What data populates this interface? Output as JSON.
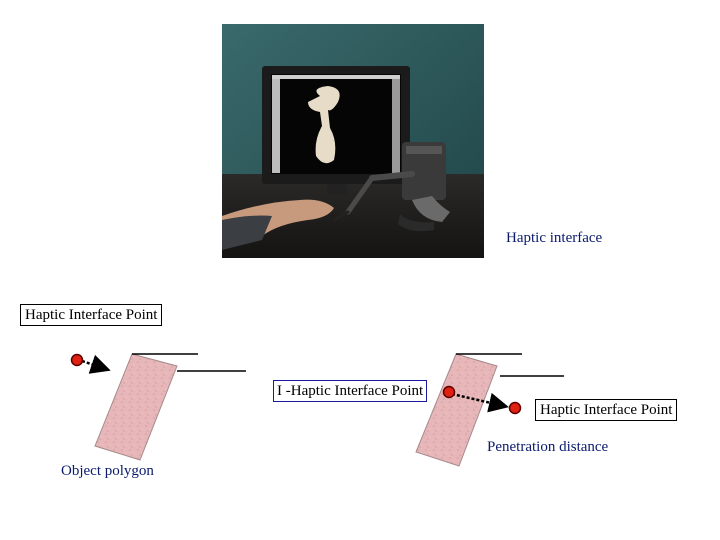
{
  "photo": {
    "description_icon": "haptic-workstation-photo"
  },
  "labels": {
    "haptic_interface": "Haptic interface",
    "haptic_interface_point_top": "Haptic Interface Point",
    "i_haptic_interface_point": "I -Haptic Interface Point",
    "haptic_interface_point_right": "Haptic Interface Point",
    "penetration_distance": "Penetration distance",
    "object_polygon": "Object polygon"
  },
  "colors": {
    "label_text": "#0b1a6e",
    "polygon_fill": "#e6b6b8",
    "point_fill": "#e02010",
    "arrow": "#000000"
  }
}
